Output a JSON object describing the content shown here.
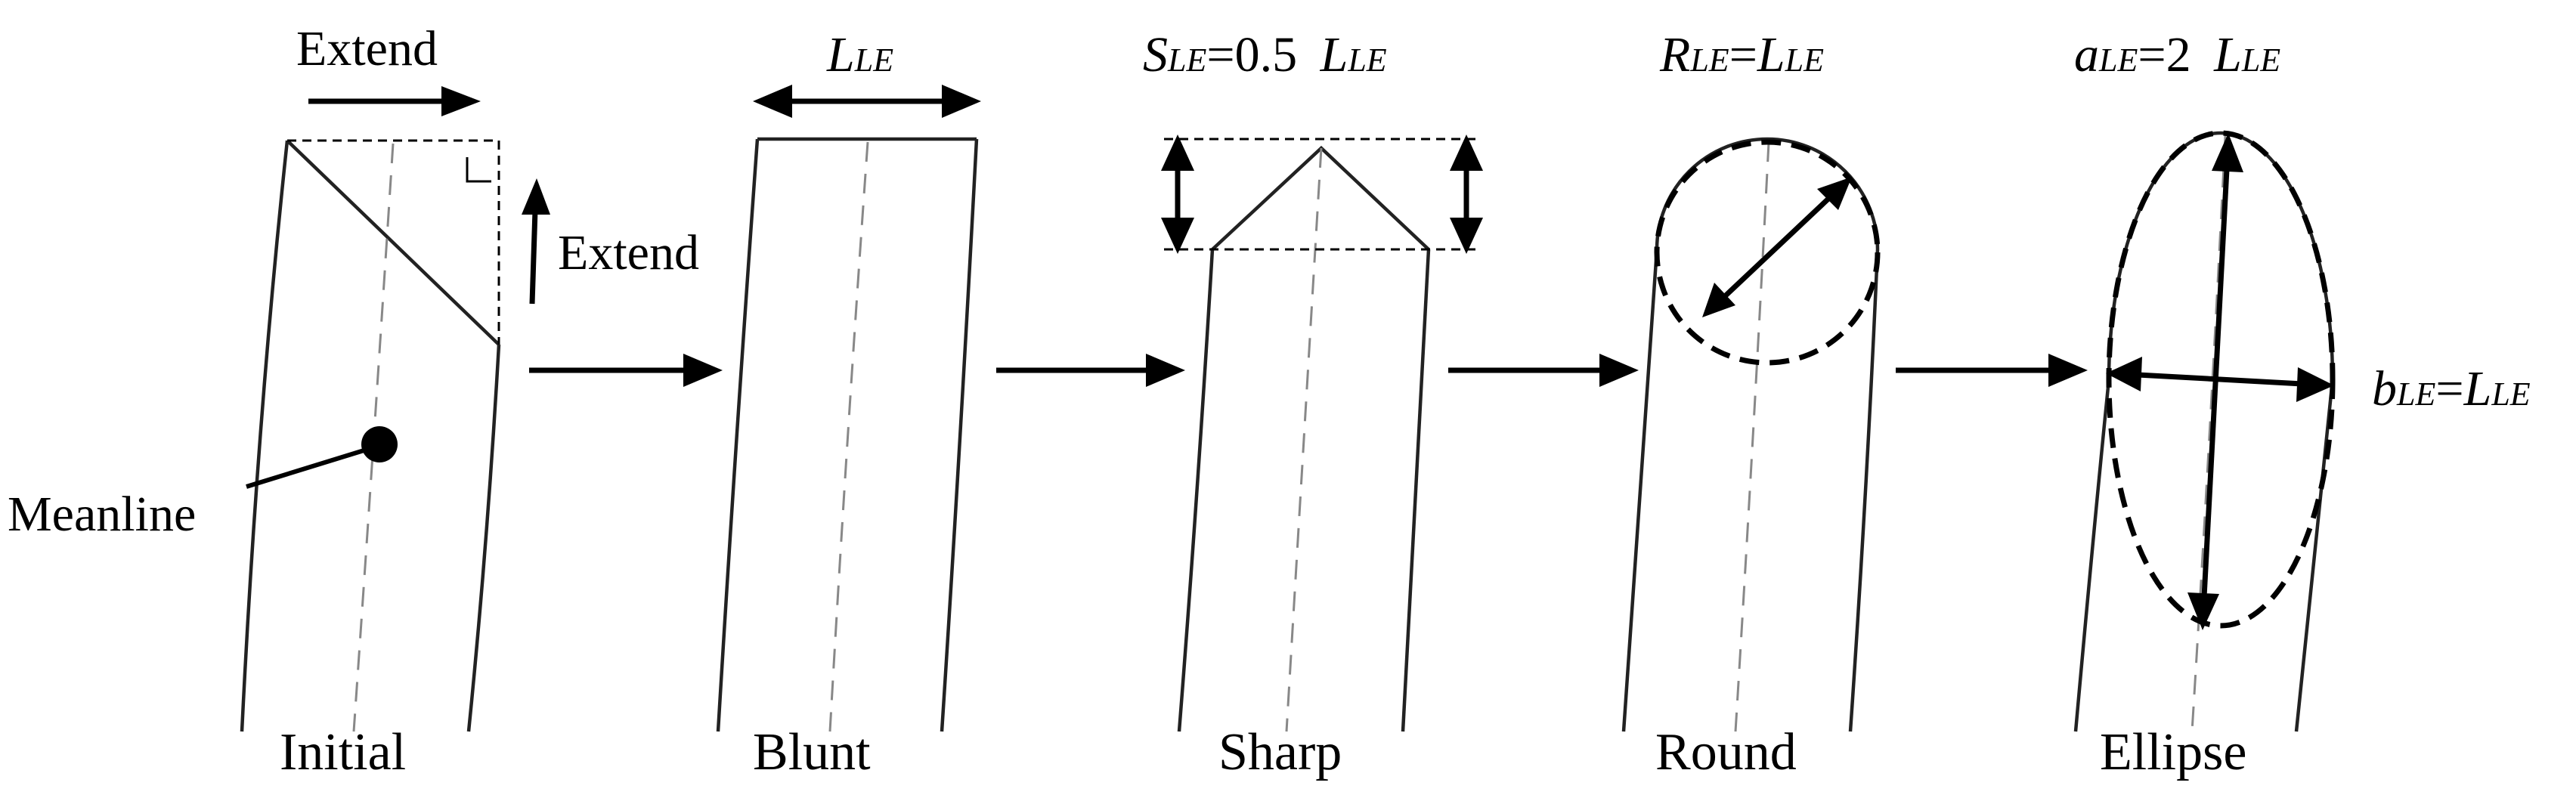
{
  "figure": {
    "stages": [
      {
        "id": "initial",
        "label": "Initial"
      },
      {
        "id": "blunt",
        "label": "Blunt"
      },
      {
        "id": "sharp",
        "label": "Sharp"
      },
      {
        "id": "round",
        "label": "Round"
      },
      {
        "id": "ellipse",
        "label": "Ellipse"
      }
    ],
    "initial": {
      "extend_top": "Extend",
      "extend_side": "Extend",
      "meanline": "Meanline"
    },
    "blunt": {
      "dim": {
        "sym": "L",
        "sub": "LE"
      }
    },
    "sharp": {
      "dim": {
        "sym": "S",
        "sub": "LE",
        "eq": "=0.5 ",
        "sym2": "L",
        "sub2": "LE"
      }
    },
    "round": {
      "dim": {
        "sym": "R",
        "sub": "LE",
        "eq": "=",
        "sym2": "L",
        "sub2": "LE"
      }
    },
    "ellipse": {
      "dim_a": {
        "sym": "a",
        "sub": "LE",
        "eq": "=2 ",
        "sym2": "L",
        "sub2": "LE"
      },
      "dim_b": {
        "sym": "b",
        "sub": "LE",
        "eq": "=",
        "sym2": "L",
        "sub2": "LE"
      }
    }
  }
}
